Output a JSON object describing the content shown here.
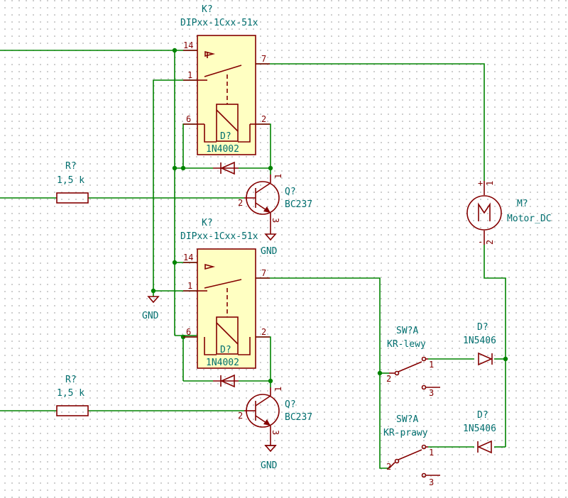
{
  "relay_top": {
    "ref": "K?",
    "value": "DIPxx-1Cxx-51x",
    "pins": {
      "p14": "14",
      "p1": "1",
      "p7": "7",
      "p6": "6",
      "p2": "2"
    },
    "diode_ref": "D?",
    "diode_value": "1N4002"
  },
  "relay_bottom": {
    "ref": "K?",
    "value": "DIPxx-1Cxx-51x",
    "pins": {
      "p14": "14",
      "p1": "1",
      "p7": "7",
      "p6": "6",
      "p2": "2"
    },
    "diode_ref": "D?",
    "diode_value": "1N4002"
  },
  "resistor_top": {
    "ref": "R?",
    "value": "1,5 k"
  },
  "resistor_bottom": {
    "ref": "R?",
    "value": "1,5 k"
  },
  "transistor_top": {
    "ref": "Q?",
    "value": "BC237",
    "pins": {
      "b": "2",
      "c": "1",
      "e": "3"
    }
  },
  "transistor_bottom": {
    "ref": "Q?",
    "value": "BC237",
    "pins": {
      "b": "2",
      "c": "1",
      "e": "3"
    }
  },
  "motor": {
    "ref": "M?",
    "value": "Motor_DC",
    "plus": "+",
    "minus": "-",
    "pin1": "1",
    "pin2": "2"
  },
  "gnd_labels": {
    "top_q": "GND",
    "left": "GND",
    "bottom_q": "GND"
  },
  "switch_left": {
    "ref": "SW?A",
    "value": "KR-lewy",
    "pins": {
      "p1": "1",
      "p2": "2",
      "p3": "3"
    }
  },
  "switch_right": {
    "ref": "SW?A",
    "value": "KR-prawy",
    "pins": {
      "p1": "1",
      "p2": "2",
      "p3": "3"
    }
  },
  "diode_top": {
    "ref": "D?",
    "value": "1N5406"
  },
  "diode_bottom": {
    "ref": "D?",
    "value": "1N5406"
  },
  "colors": {
    "wire": "#008400",
    "symbol": "#840000",
    "text": "#006e6e",
    "relay_body": "#ffffc2"
  }
}
